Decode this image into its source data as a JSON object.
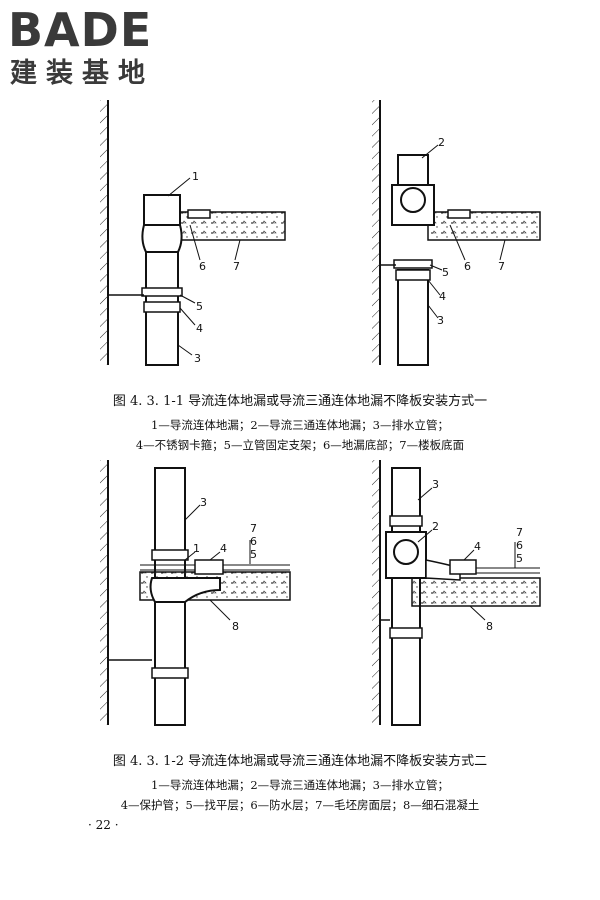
{
  "logo": {
    "brand": "BADE",
    "subtitle": "建装基地"
  },
  "figure1": {
    "caption": "图 4. 3. 1-1   导流连体地漏或导流三通连体地漏不降板安装方式一",
    "legend_line1": "1—导流连体地漏；2—导流三通连体地漏；3—排水立管；",
    "legend_line2": "4—不锈钢卡箍；5—立管固定支架；6—地漏底部；7—楼板底面",
    "left_labels": [
      "1",
      "6",
      "7",
      "5",
      "4",
      "3"
    ],
    "right_labels": [
      "2",
      "5",
      "6",
      "7",
      "4",
      "3"
    ]
  },
  "figure2": {
    "caption": "图 4. 3. 1-2   导流连体地漏或导流三通连体地漏不降板安装方式二",
    "legend_line1": "1—导流连体地漏；2—导流三通连体地漏；3—排水立管；",
    "legend_line2": "4—保护管；5—找平层；6—防水层；7—毛坯房面层；8—细石混凝土",
    "left_labels": [
      "3",
      "1",
      "4",
      "7",
      "6",
      "5",
      "8"
    ],
    "right_labels": [
      "3",
      "2",
      "4",
      "7",
      "6",
      "5",
      "8"
    ]
  },
  "page_number": "· 22 ·"
}
